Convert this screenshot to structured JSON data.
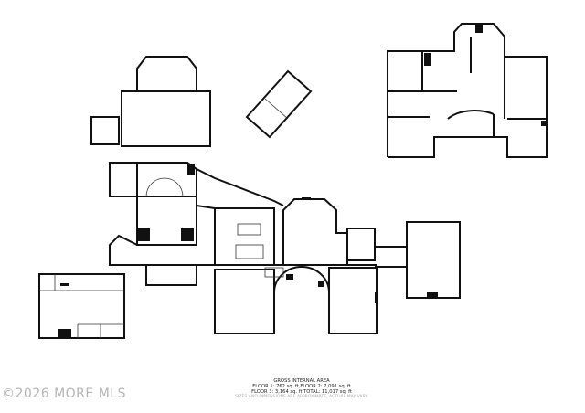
{
  "summary": {
    "heading": "GROSS INTERNAL AREA",
    "line1": "FLOOR 1: 762 sq. ft,FLOOR 2: 7,091 sq. ft",
    "line2": "FLOOR 3: 3,164 sq. ft,TOTAL: 11,017 sq. ft",
    "disclaimer": "SIZES AND DIMENSIONS ARE APPROXIMATE, ACTUAL MAY VARY."
  },
  "watermark": "©2026 MORE MLS"
}
